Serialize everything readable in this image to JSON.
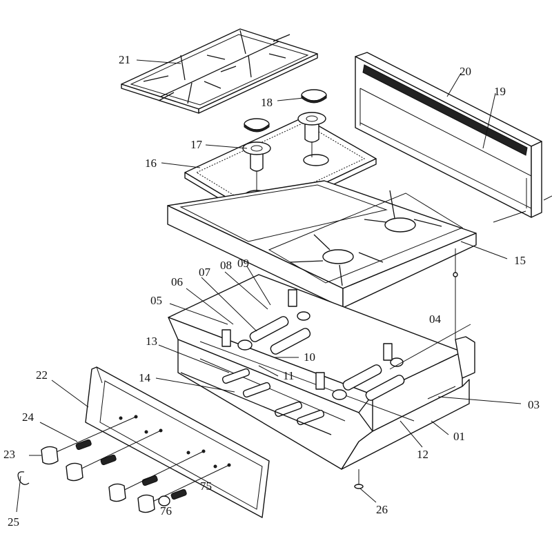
{
  "diagram": {
    "title": "Gas range top exploded parts view",
    "labels": [
      {
        "id": "21",
        "text": "21",
        "part": "cast-iron-grate-double"
      },
      {
        "id": "18",
        "text": "18",
        "part": "burner-cap"
      },
      {
        "id": "17",
        "text": "17",
        "part": "burner-head"
      },
      {
        "id": "16",
        "text": "16",
        "part": "drip-tray"
      },
      {
        "id": "20",
        "text": "20",
        "part": "backsplash-vent-grille"
      },
      {
        "id": "19",
        "text": "19",
        "part": "backsplash"
      },
      {
        "id": "15",
        "text": "15",
        "part": "top-assembly"
      },
      {
        "id": "05",
        "text": "05",
        "part": "ignition-bracket"
      },
      {
        "id": "06",
        "text": "06",
        "part": "igniter"
      },
      {
        "id": "07",
        "text": "07",
        "part": "burner-tube"
      },
      {
        "id": "08",
        "text": "08",
        "part": "burner-venturi"
      },
      {
        "id": "09",
        "text": "09",
        "part": "screw"
      },
      {
        "id": "04",
        "text": "04",
        "part": "burner-bracket"
      },
      {
        "id": "13",
        "text": "13",
        "part": "frame-rail"
      },
      {
        "id": "10",
        "text": "10",
        "part": "gas-orifice"
      },
      {
        "id": "11",
        "text": "11",
        "part": "orifice-fitting"
      },
      {
        "id": "14",
        "text": "14",
        "part": "gas-manifold"
      },
      {
        "id": "22",
        "text": "22",
        "part": "control-panel"
      },
      {
        "id": "03",
        "text": "03",
        "part": "side-panel"
      },
      {
        "id": "01",
        "text": "01",
        "part": "chassis"
      },
      {
        "id": "12",
        "text": "12",
        "part": "heat-shield"
      },
      {
        "id": "24",
        "text": "24",
        "part": "gas-valve"
      },
      {
        "id": "23",
        "text": "23",
        "part": "control-knob"
      },
      {
        "id": "25",
        "text": "25",
        "part": "knob-clip"
      },
      {
        "id": "75",
        "text": "75",
        "part": "igniter-switch"
      },
      {
        "id": "76",
        "text": "76",
        "part": "igniter-button"
      },
      {
        "id": "26",
        "text": "26",
        "part": "adjustable-foot"
      }
    ]
  }
}
